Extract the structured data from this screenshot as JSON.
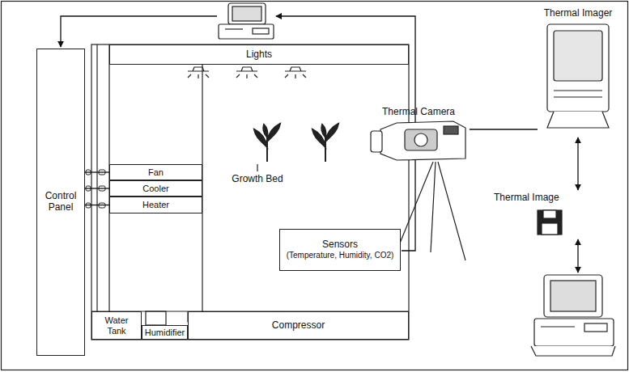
{
  "diagram": {
    "nodes": [
      {
        "text": [
          "Lights"
        ]
      },
      {
        "text": [
          "Control Panel"
        ]
      },
      {
        "text": [
          "Fan"
        ]
      },
      {
        "text": [
          "Cooler"
        ]
      },
      {
        "text": [
          "Heater"
        ]
      },
      {
        "text": [
          "Sensors",
          "(Temperature, Humidity, CO2)"
        ]
      },
      {
        "text": [
          "Water Tank"
        ]
      },
      {
        "text": [
          "Humidifier"
        ]
      },
      {
        "text": [
          "Compressor"
        ]
      },
      {
        "text": [
          "Thermal Camera"
        ]
      },
      {
        "text": [
          "Thermal Imager"
        ]
      },
      {
        "text": [
          "Thermal Image"
        ]
      }
    ],
    "edges": [
      {
        "from": 1,
        "to": 2,
        "arrow": "none"
      },
      {
        "from": 1,
        "to": 3,
        "arrow": "none"
      },
      {
        "from": 1,
        "to": 4,
        "arrow": "none"
      },
      {
        "from": 9,
        "to": 10,
        "arrow": "none"
      },
      {
        "from": 10,
        "to": 11,
        "arrow": "both"
      }
    ],
    "labels": [
      "Growth Bed"
    ]
  }
}
